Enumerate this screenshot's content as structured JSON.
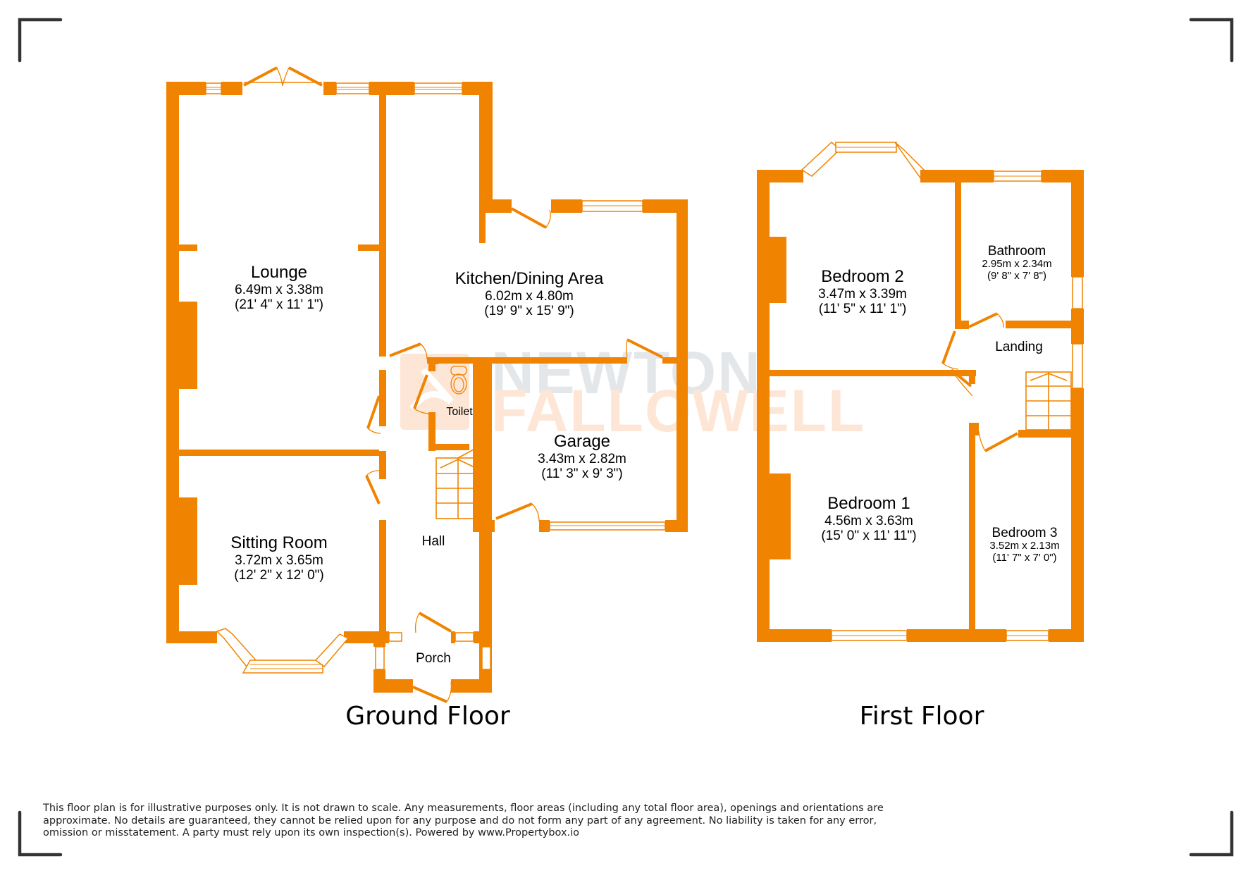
{
  "brand": {
    "watermark_line1": "NEWTON",
    "watermark_line2": "FALLOWELL",
    "wall_color": "#f08300",
    "watermark_gray": "#e4e7ea",
    "watermark_orange": "#fde6d6"
  },
  "ground_floor": {
    "title": "Ground Floor",
    "rooms": [
      {
        "name": "Lounge",
        "metric": "6.49m x 3.38m",
        "imperial": "(21' 4\" x 11' 1\")"
      },
      {
        "name": "Kitchen/Dining Area",
        "metric": "6.02m x 4.80m",
        "imperial": "(19' 9\" x 15' 9\")"
      },
      {
        "name": "Toilet"
      },
      {
        "name": "Garage",
        "metric": "3.43m x 2.82m",
        "imperial": "(11' 3\" x 9' 3\")"
      },
      {
        "name": "Sitting Room",
        "metric": "3.72m x 3.65m",
        "imperial": "(12' 2\" x 12' 0\")"
      },
      {
        "name": "Hall"
      },
      {
        "name": "Porch"
      }
    ]
  },
  "first_floor": {
    "title": "First Floor",
    "rooms": [
      {
        "name": "Bedroom 2",
        "metric": "3.47m x 3.39m",
        "imperial": "(11' 5\" x 11' 1\")"
      },
      {
        "name": "Bathroom",
        "metric": "2.95m x 2.34m",
        "imperial": "(9' 8\" x 7' 8\")"
      },
      {
        "name": "Landing"
      },
      {
        "name": "Bedroom 1",
        "metric": "4.56m x 3.63m",
        "imperial": "(15' 0\" x 11' 11\")"
      },
      {
        "name": "Bedroom 3",
        "metric": "3.52m x 2.13m",
        "imperial": "(11' 7\" x 7' 0\")"
      }
    ]
  },
  "disclaimer": "This floor plan is for illustrative purposes only. It is not drawn to scale. Any measurements, floor areas (including any total floor area), openings and orientations are approximate. No details are guaranteed, they cannot be relied upon for any purpose and do not form any part of any agreement. No liability is taken for any error, omission or misstatement. A party must rely upon its own inspection(s). Powered by www.Propertybox.io"
}
